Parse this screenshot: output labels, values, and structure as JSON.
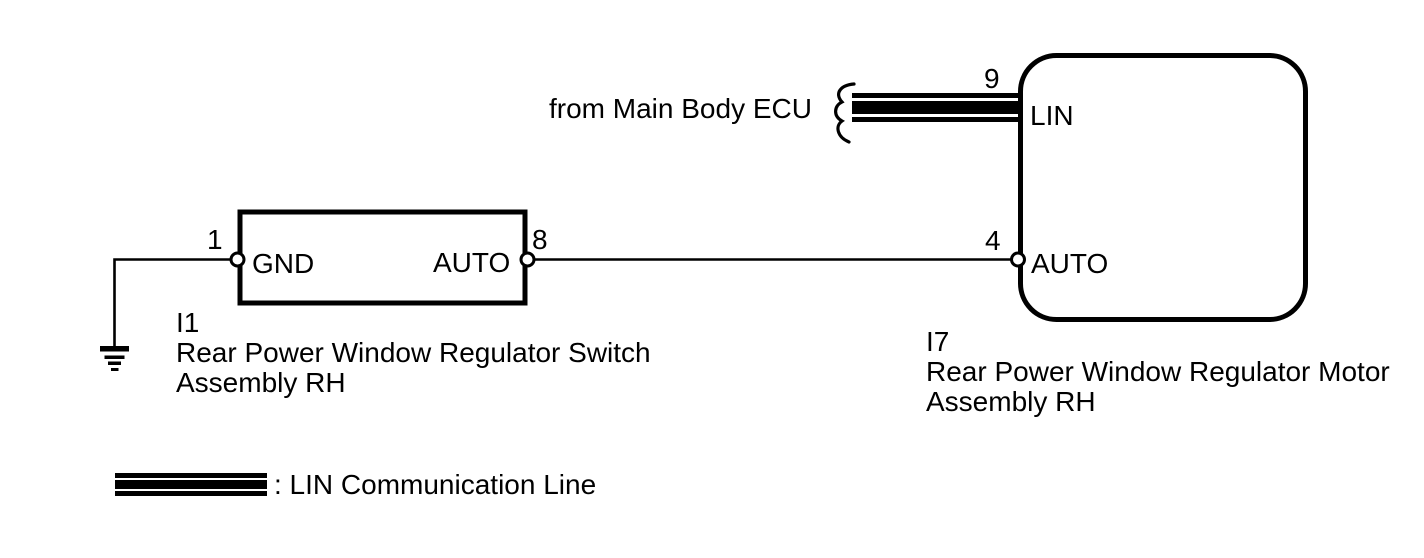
{
  "diagram": {
    "colors": {
      "line": "#000000",
      "background": "#ffffff"
    },
    "from_ecu_note": "from Main Body ECU",
    "switch_box": {
      "code": "I1",
      "name_line1": "Rear Power Window Regulator Switch",
      "name_line2": "Assembly RH",
      "pin_gnd_number": "1",
      "pin_gnd_label": "GND",
      "pin_auto_number": "8",
      "pin_auto_label": "AUTO"
    },
    "motor_box": {
      "code": "I7",
      "name_line1": "Rear Power Window Regulator Motor",
      "name_line2": "Assembly RH",
      "pin_lin_number": "9",
      "pin_lin_label": "LIN",
      "pin_auto_number": "4",
      "pin_auto_label": "AUTO"
    },
    "legend": {
      "symbol": "lin-triple-stripe-line",
      "label": ": LIN Communication Line"
    }
  }
}
